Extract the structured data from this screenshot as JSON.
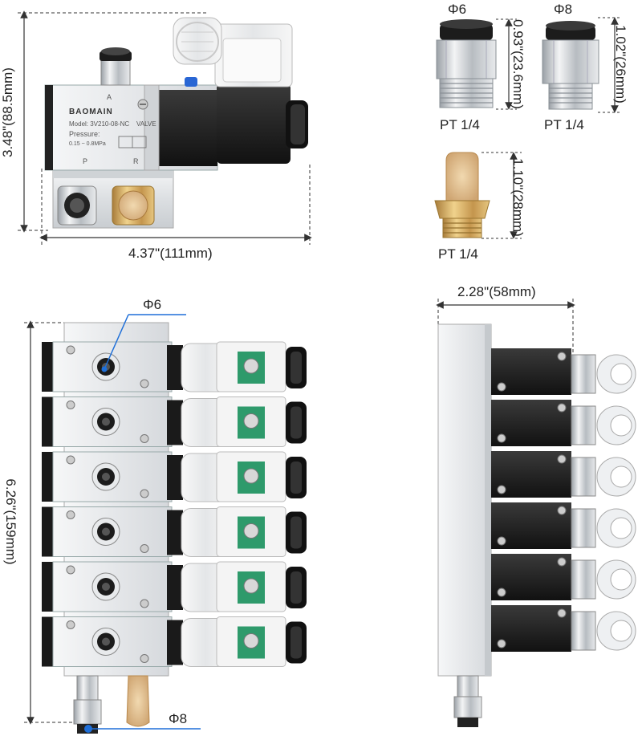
{
  "top_valve": {
    "height_label": "3.48\"(88.5mm)",
    "width_label": "4.37\"(111mm)",
    "brand": "BAOMAIN",
    "model": "Model: 3V210-08-NC",
    "valve": "VALVE",
    "pressure": "Pressure:",
    "pressure_range": "0.15 ~ 0.8MPa",
    "port_a": "A",
    "port_p": "P",
    "port_r": "R"
  },
  "fitting_6": {
    "diameter": "Φ6",
    "length_label": "0.93\"(23.6mm)",
    "thread": "PT 1/4"
  },
  "fitting_8": {
    "diameter": "Φ8",
    "length_label": "1.02\"(26mm)",
    "thread": "PT 1/4"
  },
  "muffler": {
    "length_label": "1.10\"(28mm)",
    "thread": "PT 1/4"
  },
  "manifold_front": {
    "port_label": "Φ6",
    "height_label": "6.26\"(159mm)",
    "inlet_label": "Φ8",
    "stations": 6
  },
  "manifold_side": {
    "width_label": "2.28\"(58mm)"
  },
  "colors": {
    "dimension_line": "#333333",
    "callout_blue": "#1e6fd9",
    "brass": "#c9a060",
    "solenoid_black": "#1a1a1a",
    "aluminum": "#e6e8ea"
  }
}
